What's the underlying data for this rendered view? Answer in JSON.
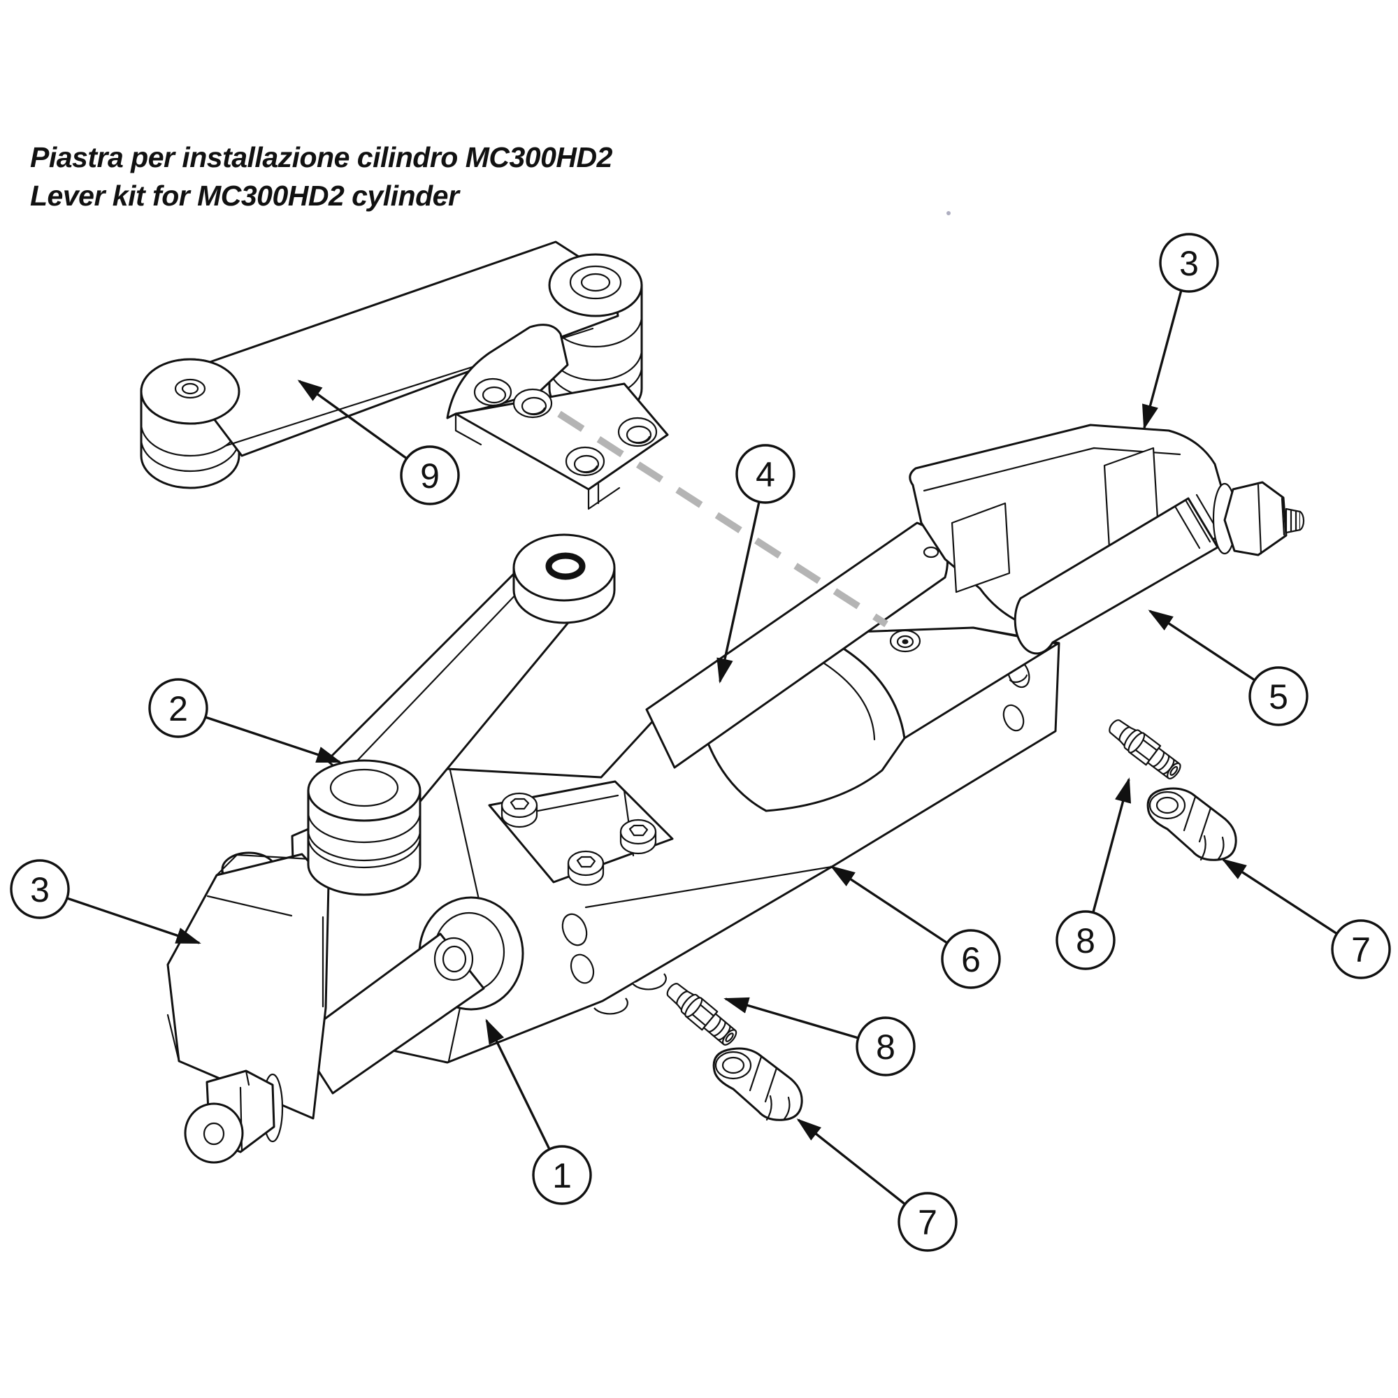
{
  "title": {
    "line1": "Piastra per installazione cilindro MC300HD2",
    "line2": "Lever kit for MC300HD2 cylinder"
  },
  "callouts": {
    "c1": {
      "label": "1"
    },
    "c2": {
      "label": "2"
    },
    "c3_left": {
      "label": "3"
    },
    "c3_top_right": {
      "label": "3"
    },
    "c4": {
      "label": "4"
    },
    "c5": {
      "label": "5"
    },
    "c6": {
      "label": "6"
    },
    "c7_right": {
      "label": "7"
    },
    "c7_bottom": {
      "label": "7"
    },
    "c8_right": {
      "label": "8"
    },
    "c8_bottom": {
      "label": "8"
    },
    "c9": {
      "label": "9"
    }
  }
}
